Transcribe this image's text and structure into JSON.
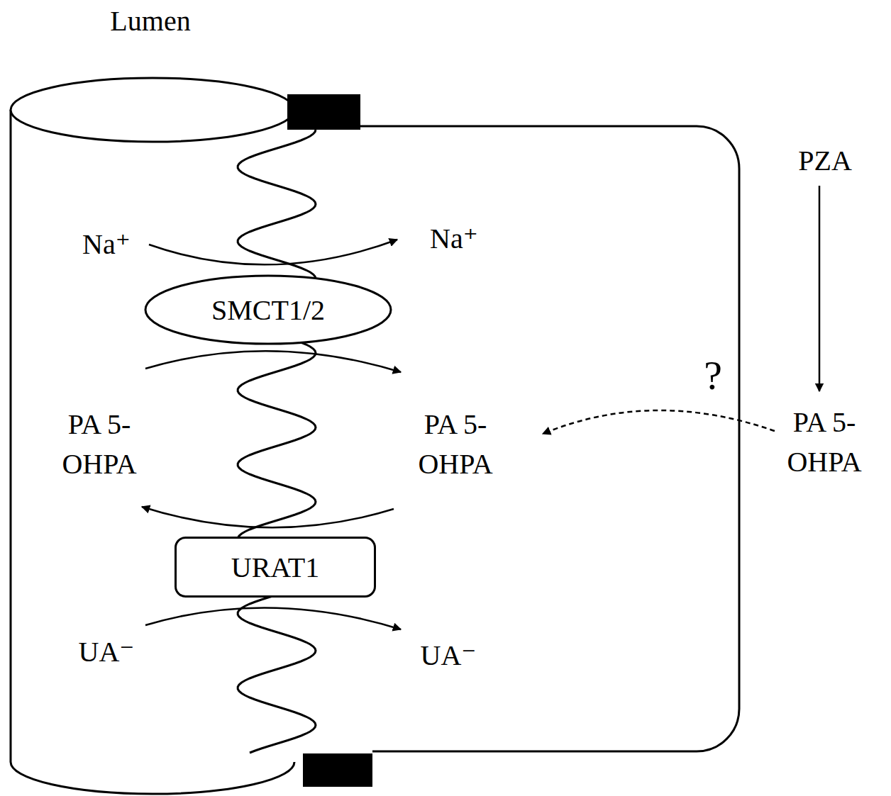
{
  "diagram": {
    "nodes": [
      {
        "text": [
          "SMCT1/2"
        ]
      },
      {
        "text": [
          "URAT1"
        ]
      }
    ],
    "labels": [
      "Lumen",
      "PZA",
      "Na⁺",
      "Na⁺",
      "?",
      "PA 5-OHPA",
      "PA 5-OHPA",
      "PA 5-OHPA",
      "UA⁻",
      "UA⁻"
    ]
  }
}
